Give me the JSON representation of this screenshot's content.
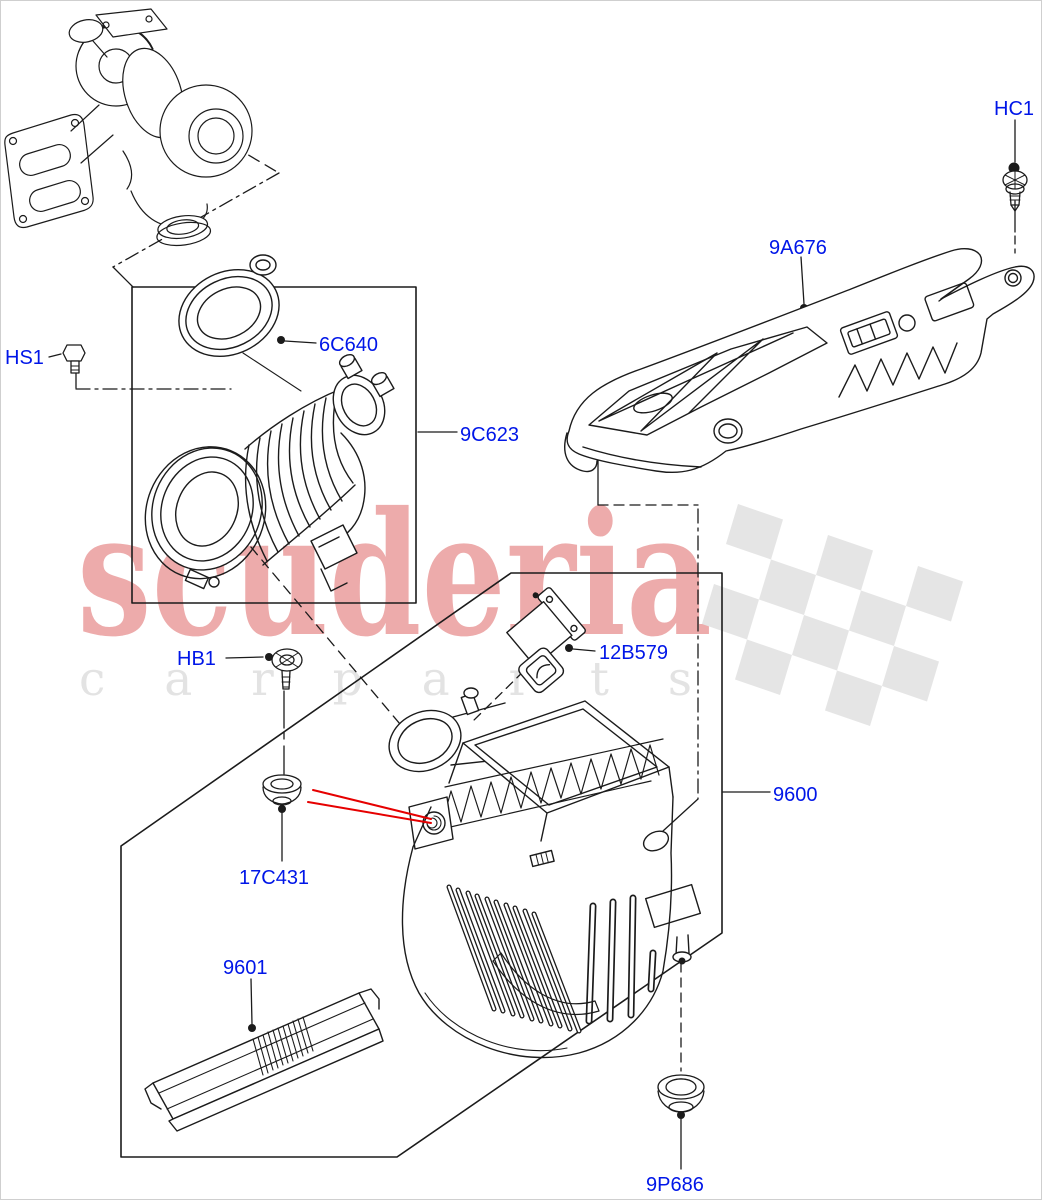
{
  "watermark": {
    "brand": "scuderia",
    "tagline": "c a r   p a r t s",
    "brand_color": "#edabab",
    "tagline_color": "#e3e3e3",
    "flag_color": "#e5e5e5"
  },
  "diagram": {
    "label_color": "#0016e8",
    "callout_color": "#e60000",
    "line_color": "#1b1b1b",
    "labels": [
      {
        "code": "HC1"
      },
      {
        "code": "9A676"
      },
      {
        "code": "HS1"
      },
      {
        "code": "6C640"
      },
      {
        "code": "9C623"
      },
      {
        "code": "12B579"
      },
      {
        "code": "HB1"
      },
      {
        "code": "9600"
      },
      {
        "code": "17C431"
      },
      {
        "code": "9601"
      },
      {
        "code": "9P686"
      }
    ]
  }
}
